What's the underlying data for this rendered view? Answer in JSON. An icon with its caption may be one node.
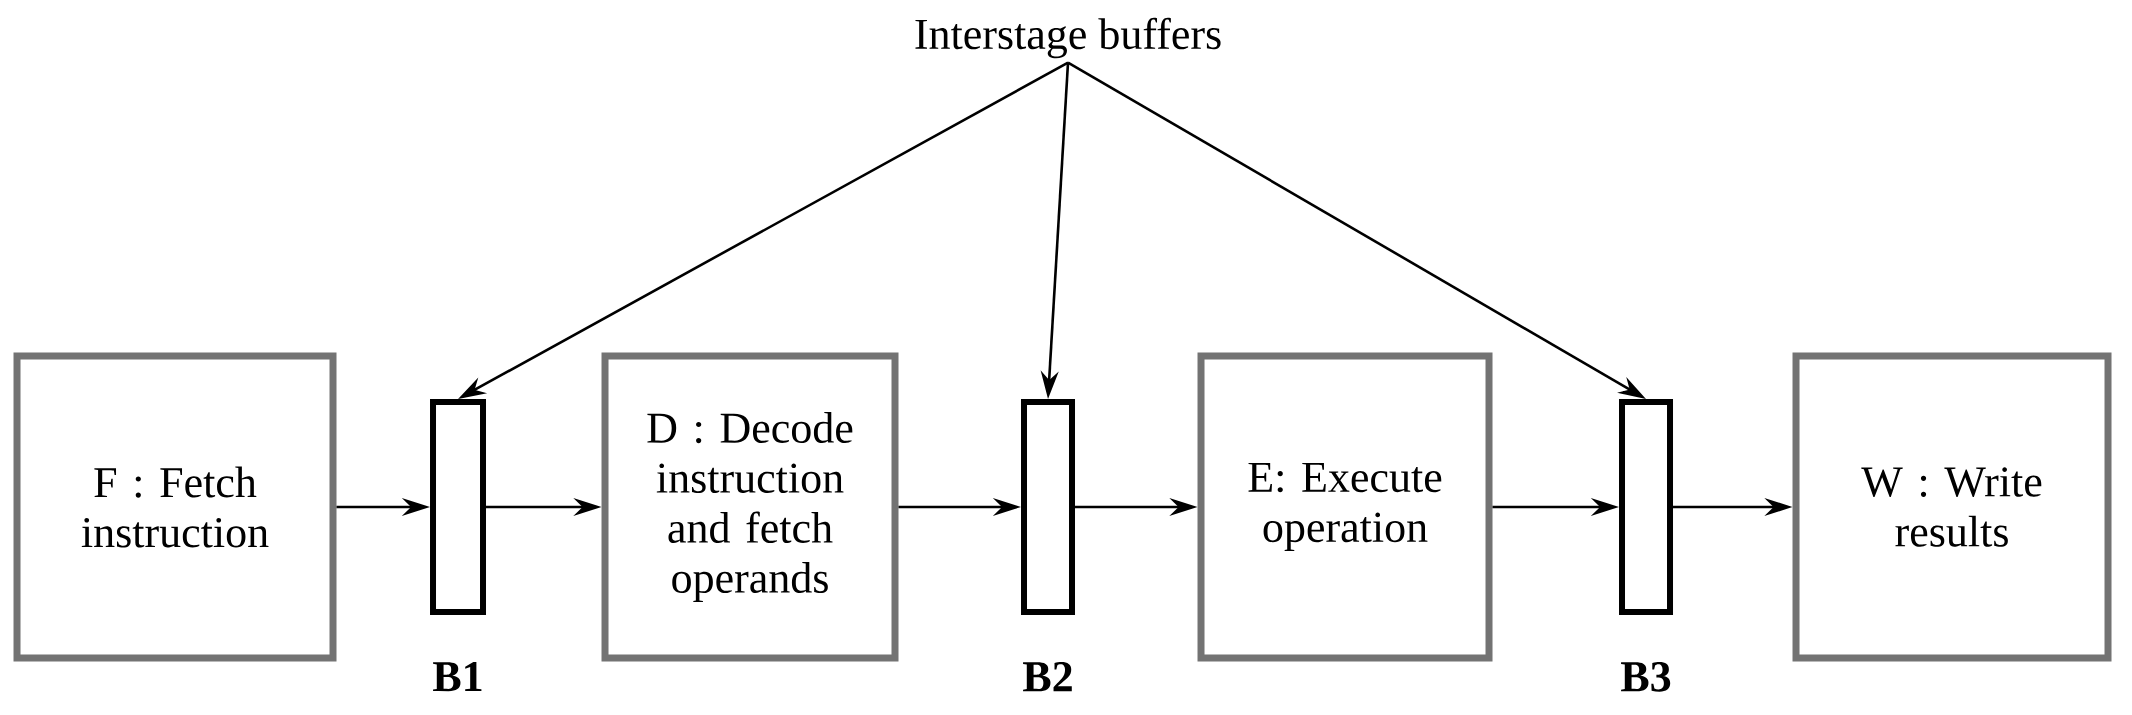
{
  "diagram": {
    "nodes": [
      {
        "text": [
          "Interstage buffers"
        ]
      },
      {
        "text": [
          "F : Fetch instruction"
        ]
      },
      {
        "text": [],
        "shape": "bar",
        "beside": [
          "B1"
        ]
      },
      {
        "text": [
          "D : Decode instruction and fetch operands"
        ]
      },
      {
        "text": [],
        "shape": "bar",
        "beside": [
          "B2"
        ]
      },
      {
        "text": [
          "E: Execute operation"
        ]
      },
      {
        "text": [],
        "shape": "bar",
        "beside": [
          "B3"
        ]
      },
      {
        "text": [
          "W : Write results"
        ]
      }
    ],
    "edges": [
      {
        "from": 1,
        "to": 2,
        "arrow": "to"
      },
      {
        "from": 2,
        "to": 3,
        "arrow": "to"
      },
      {
        "from": 3,
        "to": 4,
        "arrow": "to"
      },
      {
        "from": 4,
        "to": 5,
        "arrow": "to"
      },
      {
        "from": 5,
        "to": 6,
        "arrow": "to"
      },
      {
        "from": 6,
        "to": 7,
        "arrow": "to"
      },
      {
        "from": 0,
        "to": 2,
        "arrow": "to"
      },
      {
        "from": 0,
        "to": 4,
        "arrow": "to"
      },
      {
        "from": 0,
        "to": 6,
        "arrow": "to"
      }
    ]
  }
}
